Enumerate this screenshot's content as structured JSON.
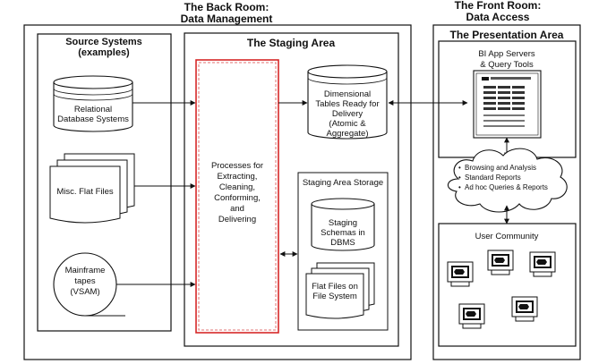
{
  "back_room": {
    "line1": "The Back Room:",
    "line2": "Data Management"
  },
  "front_room": {
    "line1": "The Front Room:",
    "line2": "Data Access"
  },
  "source_systems": {
    "title_line1": "Source Systems",
    "title_line2": "(examples)",
    "relational_line1": "Relational",
    "relational_line2": "Database Systems",
    "flat_files": "Misc. Flat Files",
    "mainframe_line1": "Mainframe",
    "mainframe_line2": "tapes",
    "mainframe_line3": "(VSAM)"
  },
  "staging_area": {
    "title": "The Staging Area",
    "processes": [
      "Processes for",
      "Extracting,",
      "Cleaning,",
      "Conforming,",
      "and",
      "Delivering"
    ],
    "dimensional": [
      "Dimensional",
      "Tables Ready for",
      "Delivery",
      "(Atomic &",
      "Aggregate)"
    ],
    "storage_title": "Staging Area Storage",
    "schemas": [
      "Staging",
      "Schemas in",
      "DBMS"
    ],
    "flat_files": [
      "Flat Files on",
      "File System"
    ]
  },
  "presentation_area": {
    "title": "The Presentation Area",
    "servers_line1": "BI App Servers",
    "servers_line2": "& Query Tools",
    "cloud_items": [
      "Browsing and Analysis",
      "Standard Reports",
      "Ad hoc Queries & Reports"
    ],
    "user_community": "User Community"
  }
}
